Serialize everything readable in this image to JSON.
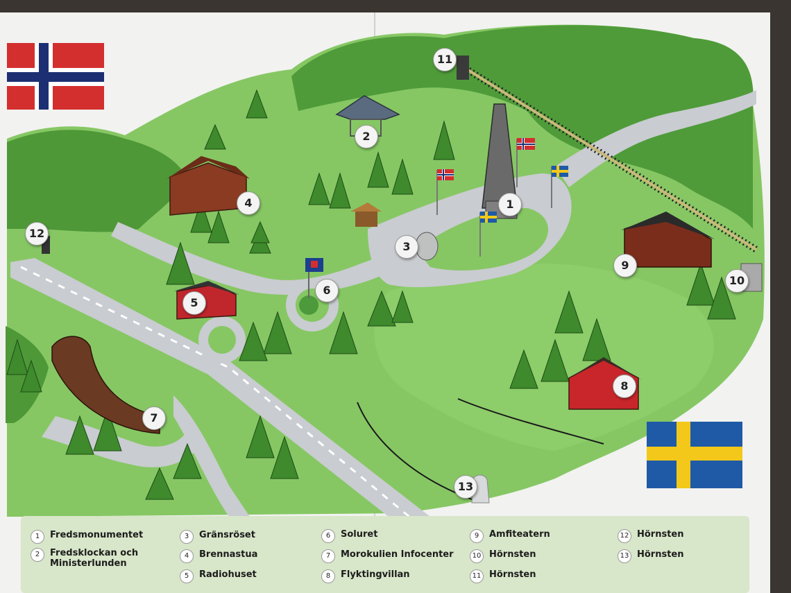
{
  "map": {
    "markers": [
      {
        "num": "1",
        "id": "fredsmonumentet"
      },
      {
        "num": "2",
        "id": "fredsklockan"
      },
      {
        "num": "3",
        "id": "gransroset"
      },
      {
        "num": "4",
        "id": "brennastua"
      },
      {
        "num": "5",
        "id": "radiohuset"
      },
      {
        "num": "6",
        "id": "soluret"
      },
      {
        "num": "7",
        "id": "morokulien-infocenter"
      },
      {
        "num": "8",
        "id": "flyktingvillan"
      },
      {
        "num": "9",
        "id": "amfiteatern"
      },
      {
        "num": "10",
        "id": "hornsten-10"
      },
      {
        "num": "11",
        "id": "hornsten-11"
      },
      {
        "num": "12",
        "id": "hornsten-12"
      },
      {
        "num": "13",
        "id": "hornsten-13"
      }
    ],
    "flags": {
      "norway": {
        "red": "#d32f2f",
        "white": "#ffffff",
        "blue": "#1c2f72"
      },
      "sweden": {
        "blue": "#1f5aa6",
        "yellow": "#f3c81a"
      }
    },
    "colors": {
      "grass": "#7fc25a",
      "forest": "#4f9b3a",
      "road": "#c9ccd0",
      "board": "#f2f2f0"
    }
  },
  "legend": {
    "items": [
      {
        "num": "1",
        "label": "Fredsmonumentet"
      },
      {
        "num": "2",
        "label": "Fredsklockan och\nMinisterlunden"
      },
      {
        "num": "3",
        "label": "Gränsröset"
      },
      {
        "num": "4",
        "label": "Brennastua"
      },
      {
        "num": "5",
        "label": "Radiohuset"
      },
      {
        "num": "6",
        "label": "Soluret"
      },
      {
        "num": "7",
        "label": "Morokulien Infocenter"
      },
      {
        "num": "8",
        "label": "Flyktingvillan"
      },
      {
        "num": "9",
        "label": "Amfiteatern"
      },
      {
        "num": "10",
        "label": "Hörnsten"
      },
      {
        "num": "11",
        "label": "Hörnsten"
      },
      {
        "num": "12",
        "label": "Hörnsten"
      },
      {
        "num": "13",
        "label": "Hörnsten"
      }
    ]
  }
}
